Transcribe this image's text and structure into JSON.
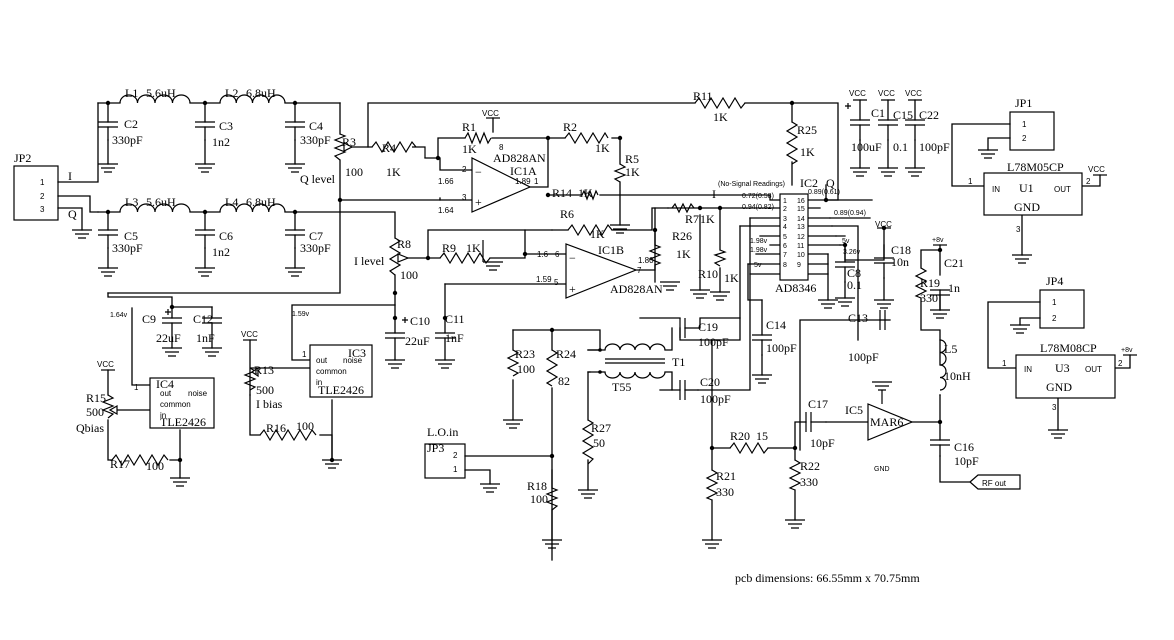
{
  "labels": {
    "JP2": "JP2",
    "jp2_p1": "1",
    "jp2_p2": "2",
    "jp2_p3": "3",
    "jp2_I": "I",
    "jp2_Q": "Q",
    "L1": "L1",
    "L1v": "5.6uH",
    "L2": "L2",
    "L2v": "6.8uH",
    "L3": "L3",
    "L3v": "5.6uH",
    "L4": "L4",
    "L4v": "6.8uH",
    "C2": "C2",
    "C2v": "330pF",
    "C3": "C3",
    "C3v": "1n2",
    "C4": "C4",
    "C4v": "330pF",
    "C5": "C5",
    "C5v": "330pF",
    "C6": "C6",
    "C6v": "1n2",
    "C7": "C7",
    "C7v": "330pF",
    "R3": "R3",
    "R3v": "100",
    "Qlevel": "Q level",
    "R8": "R8",
    "R8v": "100",
    "Ilevel": "I level",
    "R4": "R4",
    "R4v": "1K",
    "R9": "R9",
    "R9v": "1K",
    "R1": "R1",
    "R1v": "1K",
    "R2": "R2",
    "R2v": "1K",
    "R5": "R5",
    "R5v": "1K",
    "R11": "R11",
    "R11v": "1K",
    "R25": "R25",
    "R25v": "1K",
    "R14": "R14",
    "R14v": "1K",
    "R6": "R6",
    "R6v": "1K",
    "R7": "R7",
    "R7v": "1K",
    "R26": "R26",
    "R26v": "1K",
    "R10": "R10",
    "R10v": "1K",
    "VCC": "VCC",
    "IC1A": "IC1A",
    "AD828AN": "AD828AN",
    "IC1B": "IC1B",
    "v189": "1.89",
    "v166": "1.66",
    "v164": "1.64",
    "v180": "1.80",
    "v16": "1.6",
    "v159": "1.59",
    "p8": "8",
    "p2": "2",
    "p3": "3",
    "p1": "1",
    "p6": "6",
    "p5": "5",
    "p7": "7",
    "noSignal": "(No-Signal Readings)",
    "IC2": "IC2",
    "AD8346": "AD8346",
    "v072": "0.72(0.58)",
    "v094": "0.94(0.82)",
    "v089a": "0.89(0.61)",
    "v089b": "0.89(0.94)",
    "v198a": "1.98v",
    "v198b": "1.98v",
    "v5a": "5v",
    "v5b": "5v",
    "v326": "3.26v",
    "I_out": "I",
    "Q_out": "Q",
    "pinsL": [
      "1",
      "2",
      "3",
      "4",
      "5",
      "6",
      "7",
      "8"
    ],
    "pinsR": [
      "16",
      "15",
      "14",
      "13",
      "12",
      "11",
      "10",
      "9"
    ],
    "C1": "C1",
    "C1v": "100uF",
    "C15": "C15",
    "C15v": "0.1",
    "C22": "C22",
    "C22v": "100pF",
    "C8": "C8",
    "C8v": "0.1",
    "C18": "C18",
    "C18v": "10n",
    "C14": "C14",
    "C14v": "100pF",
    "C13": "C13",
    "C13v": "100pF",
    "C19": "C19",
    "C19v": "100pF",
    "C20": "C20",
    "C20v": "100pF",
    "T1": "T1",
    "T55": "T55",
    "R23": "R23",
    "R23v": "100",
    "R24": "R24",
    "R24v": "82",
    "R27": "R27",
    "R27v": "50",
    "R18": "R18",
    "R18v": "100",
    "JP3": "JP3",
    "jp3_p2": "2",
    "jp3_p1": "1",
    "LOin": "L.O.in",
    "C9": "C9",
    "C9v": "22uF",
    "C12": "C12",
    "C12v": "1nF",
    "C10": "C10",
    "C10v": "22uF",
    "C11": "C11",
    "C11v": "1nF",
    "v164b": "1.64v",
    "v159b": "1.59v",
    "IC3": "IC3",
    "IC4": "IC4",
    "TLE2426": "TLE2426",
    "out": "out",
    "noise": "noise",
    "common": "common",
    "in": "in",
    "p1a": "1",
    "p1b": "1",
    "R13": "R13",
    "R13v": "500",
    "Ibias": "I bias",
    "R15": "R15",
    "R15v": "500",
    "Qbias": "Qbias",
    "R16": "R16",
    "R16v": "100",
    "R17": "R17",
    "R17v": "100",
    "JP1": "JP1",
    "jp1_p1": "1",
    "jp1_p2": "2",
    "U1part": "L78M05CP",
    "U1": "U1",
    "IN": "IN",
    "OUT": "OUT",
    "GND": "GND",
    "u1p1": "1",
    "u1p2": "2",
    "u1p3": "3",
    "JP4": "JP4",
    "jp4_p1": "1",
    "jp4_p2": "2",
    "U3part": "L78M08CP",
    "U3": "U3",
    "u3p1": "1",
    "u3p2": "2",
    "u3p3": "3",
    "plus8a": "+8v",
    "plus8b": "+8v",
    "R19": "R19",
    "R19v": "330",
    "C21": "C21",
    "C21v": "1n",
    "L5": "L5",
    "L5v": "10nH",
    "IC5": "IC5",
    "MAR6": "MAR6",
    "GNDlbl": "GND",
    "C17": "C17",
    "C17v": "10pF",
    "C16": "C16",
    "C16v": "10pF",
    "R20": "R20",
    "R20v": "15",
    "R21": "R21",
    "R21v": "330",
    "R22": "R22",
    "R22v": "330",
    "RFout": "RF out",
    "pcb": "pcb dimensions: 66.55mm x 70.75mm"
  }
}
